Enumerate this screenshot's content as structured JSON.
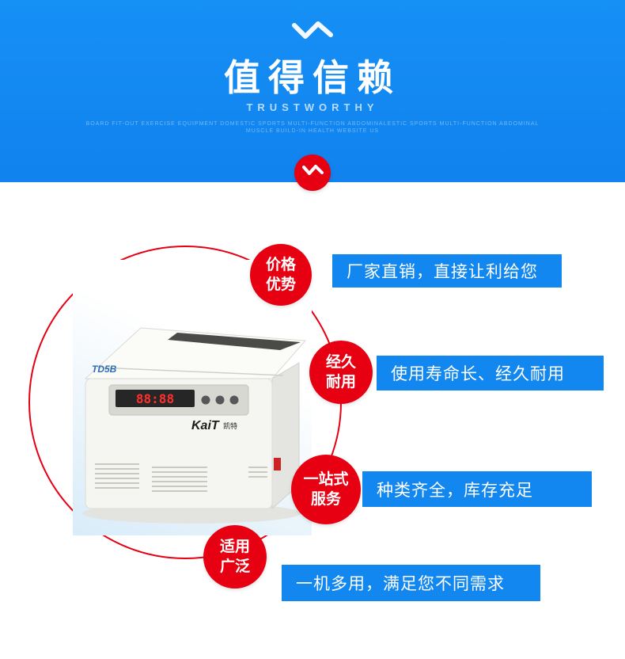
{
  "banner": {
    "title": "值得信赖",
    "subtitle": "TRUSTWORTHY",
    "fineprint_line1": "BOARD FIT-OUT EXERCISE EQUIPMENT DOMESTIC SPORTS MULTI-FUNCTION ABDOMINALESTIC SPORTS MULTI-FUNCTION ABDOMINAL",
    "fineprint_line2": "MUSCLE BUILD-IN HEALTH WEBSITE US"
  },
  "features": [
    {
      "badge_line1": "价格",
      "badge_line2": "优势",
      "text": "厂家直销，直接让利给您"
    },
    {
      "badge_line1": "经久",
      "badge_line2": "耐用",
      "text": "使用寿命长、经久耐用"
    },
    {
      "badge_line1": "一站式",
      "badge_line2": "服务",
      "text": "种类齐全，库存充足"
    },
    {
      "badge_line1": "适用",
      "badge_line2": "广泛",
      "text": "一机多用，满足您不同需求"
    }
  ],
  "product": {
    "model": "TD5B",
    "brand": "KaiT",
    "brand_suffix": "凯特",
    "display_value": "88:88"
  },
  "colors": {
    "primary_blue": "#1287f0",
    "accent_red": "#e60012"
  }
}
